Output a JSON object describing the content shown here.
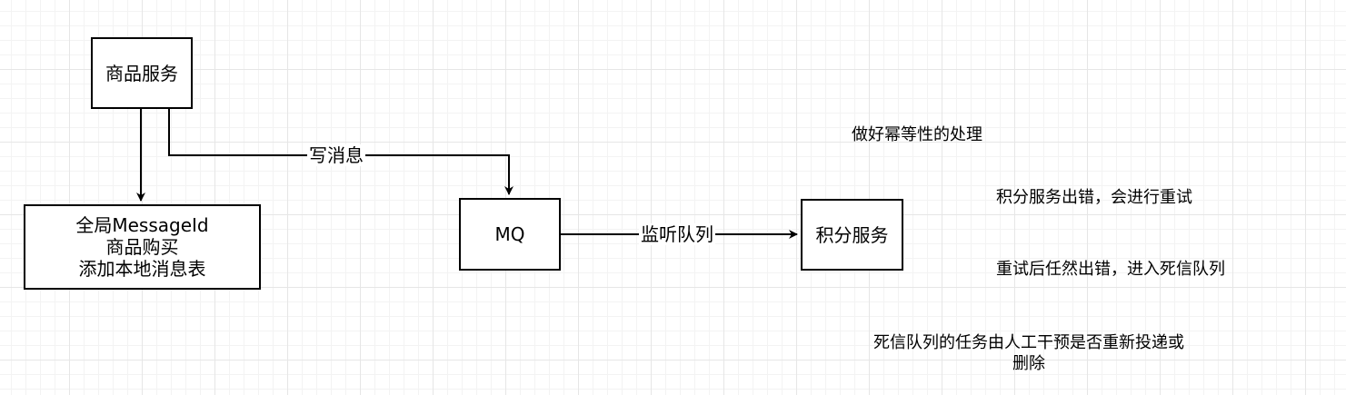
{
  "nodes": {
    "product_service": {
      "label": "商品服务"
    },
    "local_msg": {
      "lines": [
        "全局MessageId",
        "商品购买",
        "添加本地消息表"
      ]
    },
    "mq": {
      "label": "MQ"
    },
    "points_service": {
      "label": "积分服务"
    }
  },
  "edges": {
    "write_msg": {
      "label": "写消息"
    },
    "listen_queue": {
      "label": "监听队列"
    }
  },
  "notes": {
    "idempotent": "做好幂等性的处理",
    "retry": "积分服务出错，会进行重试",
    "dead_letter": "重试后任然出错，进入死信队列",
    "manual_line1": "死信队列的任务由人工干预是否重新投递或",
    "manual_line2": "删除"
  },
  "colors": {
    "stroke": "#000000",
    "grid_major": "#e6e6e6",
    "grid_minor": "#f3f3f3"
  }
}
